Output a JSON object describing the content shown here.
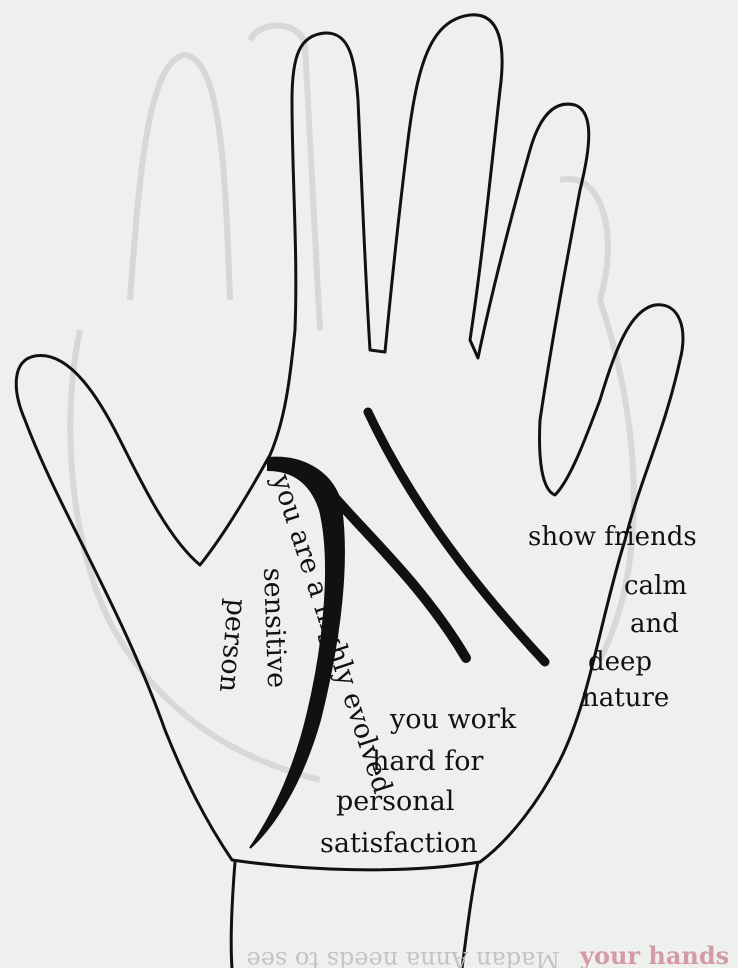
{
  "hand_annotations": {
    "left_line_label": "you are a highly evolved sensitive person",
    "left_line_lines": [
      "you are a highly evolved",
      "sensitive",
      "person"
    ],
    "center_label_lines": [
      "you work",
      "hard for",
      "personal",
      "satisfaction"
    ],
    "right_label_lines": [
      "show friends",
      "calm",
      "and",
      "deep",
      "nature"
    ]
  },
  "bleed_through_text": {
    "mirrored": "Madan Anna needs to see",
    "pink": "your hands"
  },
  "colors": {
    "paper": "#eef0ee",
    "ink": "#111111",
    "bleed_grey": "#c4c4c4",
    "bleed_pink": "#d49aa6"
  }
}
